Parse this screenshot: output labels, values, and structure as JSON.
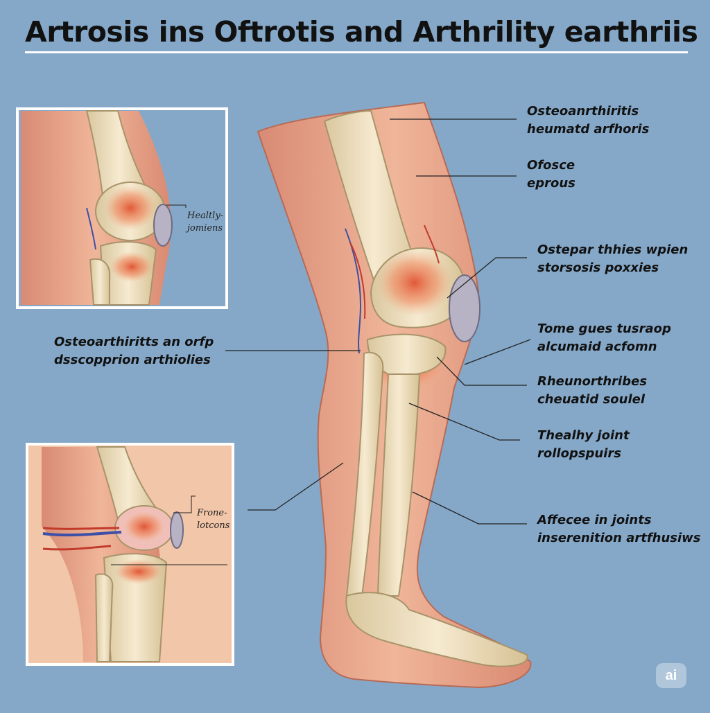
{
  "title": "Artrosis ins Oftrotis and Arthrility earthriis",
  "labels": [
    {
      "line1": "Osteoanrthiritis",
      "line2": "heumatd arfhoris"
    },
    {
      "line1": "Ofosce",
      "line2": "eprous"
    },
    {
      "line1": "Ostepar thhies wpien",
      "line2": "storsosis poxxies"
    },
    {
      "line1": "Tome gues tusraop",
      "line2": "alcumaid acfomn"
    },
    {
      "line1": "Rheunorthribes",
      "line2": "cheuatid soulel"
    },
    {
      "line1": "Thealhy joint",
      "line2": "rollopspuirs"
    },
    {
      "line1": "Affecee in joints",
      "line2": "inserenition artfhusiws"
    },
    {
      "line1": "Osteoarthiritts an orfp",
      "line2": "dsscopprion arthiolies"
    }
  ],
  "inset_top": {
    "line1": "Healtly-",
    "line2": "jomiens"
  },
  "inset_bottom": {
    "line1": "Frone-",
    "line2": "lotcons"
  },
  "logo": "ai",
  "colors": {
    "background": "#85a8c8",
    "skin": "#e9a98a",
    "bone": "#eedfb8",
    "inflammation": "#e0502f"
  }
}
